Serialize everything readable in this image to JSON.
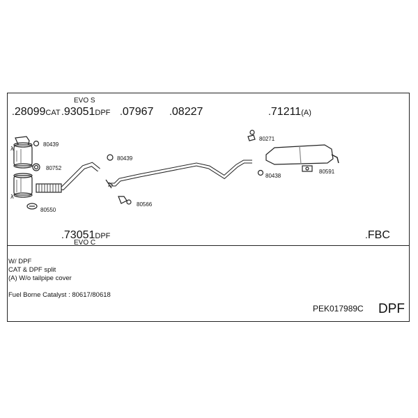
{
  "parts_top": [
    {
      "dot": ".",
      "num": "28099",
      "suffix": "CAT"
    },
    {
      "dot": ".",
      "num": "93051",
      "suffix": "DPF"
    },
    {
      "dot": ".",
      "num": "07967",
      "suffix": ""
    },
    {
      "dot": ".",
      "num": "08227",
      "suffix": ""
    },
    {
      "dot": ".",
      "num": "71211",
      "suffix": "(A)"
    }
  ],
  "evo_s": "EVO S",
  "part_bottom": {
    "dot": ".",
    "num": "73051",
    "suffix": "DPF"
  },
  "evo_c": "EVO C",
  "fbc": {
    "dot": ".",
    "num": "FBC"
  },
  "clamps": [
    "80439",
    "80752",
    "80550",
    "80439",
    "80566",
    "80271",
    "80438",
    "80591"
  ],
  "lambda": "λ",
  "notes": [
    "W/ DPF",
    "CAT & DPF split",
    "(A) W/o tailpipe cover",
    "Fuel Borne Catalyst : 80617/80618"
  ],
  "code": "PEK017989C",
  "tag": "DPF"
}
